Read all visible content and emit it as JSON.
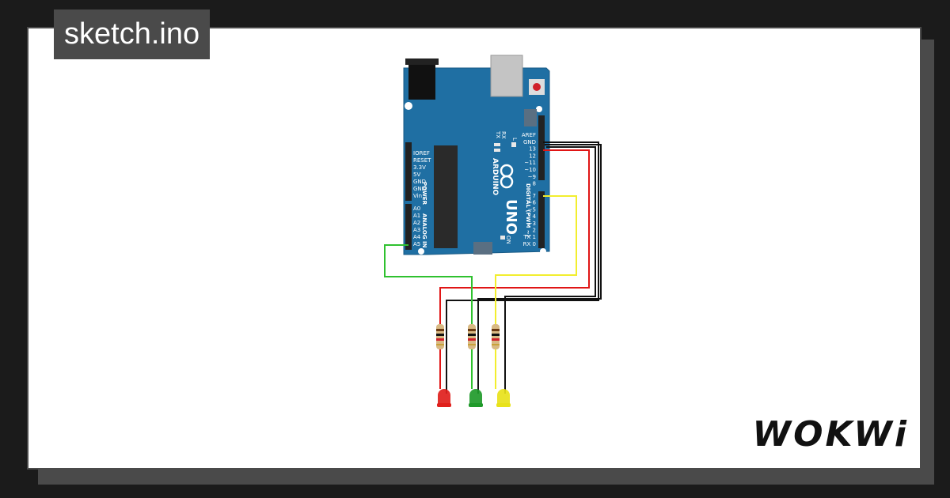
{
  "file_tab": {
    "label": "sketch.ino"
  },
  "brand": {
    "logo_text": "WOKWi"
  },
  "board": {
    "brand_text": "ARDUINO",
    "model_text": "UNO",
    "digital_header_text": "DIGITAL (PWM ~)",
    "power_header_text": "POWER",
    "analog_header_text": "ANALOG IN",
    "led_labels": {
      "tx": "TX",
      "rx": "RX",
      "l": "L",
      "on": "ON"
    },
    "power_pins": [
      "IOREF",
      "RESET",
      "3.3V",
      "5V",
      "GND",
      "GND",
      "Vin"
    ],
    "analog_pins": [
      "A0",
      "A1",
      "A2",
      "A3",
      "A4",
      "A5"
    ],
    "digital_pins_top": [
      "AREF",
      "GND",
      "13",
      "12",
      "~11",
      "~10",
      "~9",
      "8"
    ],
    "digital_pins_bottom": [
      "7",
      "~6",
      "~5",
      "4",
      "~3",
      "2",
      "TX 1",
      "RX 0"
    ]
  },
  "leds": [
    {
      "color_name": "red",
      "color": "#e0201c"
    },
    {
      "color_name": "green",
      "color": "#1f9a2a"
    },
    {
      "color_name": "yellow",
      "color": "#e8e21a"
    }
  ],
  "colors": {
    "background": "#1b1b1b",
    "card": "#ffffff",
    "tab": "#4a4a4a",
    "board": "#1f6fa3",
    "wire_red": "#e01515",
    "wire_green": "#2fc12f",
    "wire_yellow": "#f2ee2e",
    "wire_black": "#111111"
  }
}
